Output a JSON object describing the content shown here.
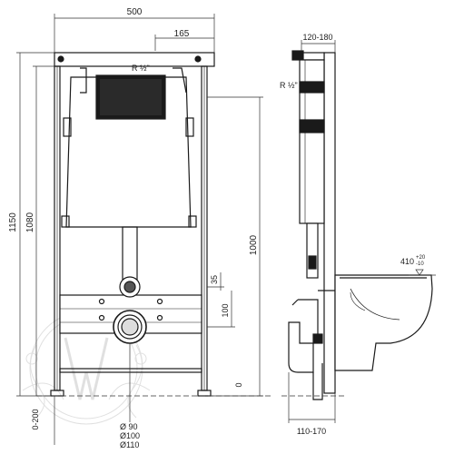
{
  "front_view": {
    "width": "500",
    "outlet_offset": "165",
    "connection_label": "R ½\"",
    "overall_height": "1150",
    "frame_height": "1080",
    "axis_height": "1000",
    "offset_35": "35",
    "offset_100": "100",
    "floor_zero": "0",
    "adjust_range": "0-200",
    "drain_d1": "Ø 90",
    "drain_d2": "Ø100",
    "drain_d3": "Ø110"
  },
  "side_view": {
    "depth": "120-180",
    "connection_label": "R ½\"",
    "bowl_height": "410",
    "bowl_tol_plus": "+20",
    "bowl_tol_minus": "-10",
    "drain_depth": "110-170"
  },
  "colors": {
    "line": "#1a1a1a",
    "dim": "#333333",
    "watermark": "#c8c8c8"
  }
}
